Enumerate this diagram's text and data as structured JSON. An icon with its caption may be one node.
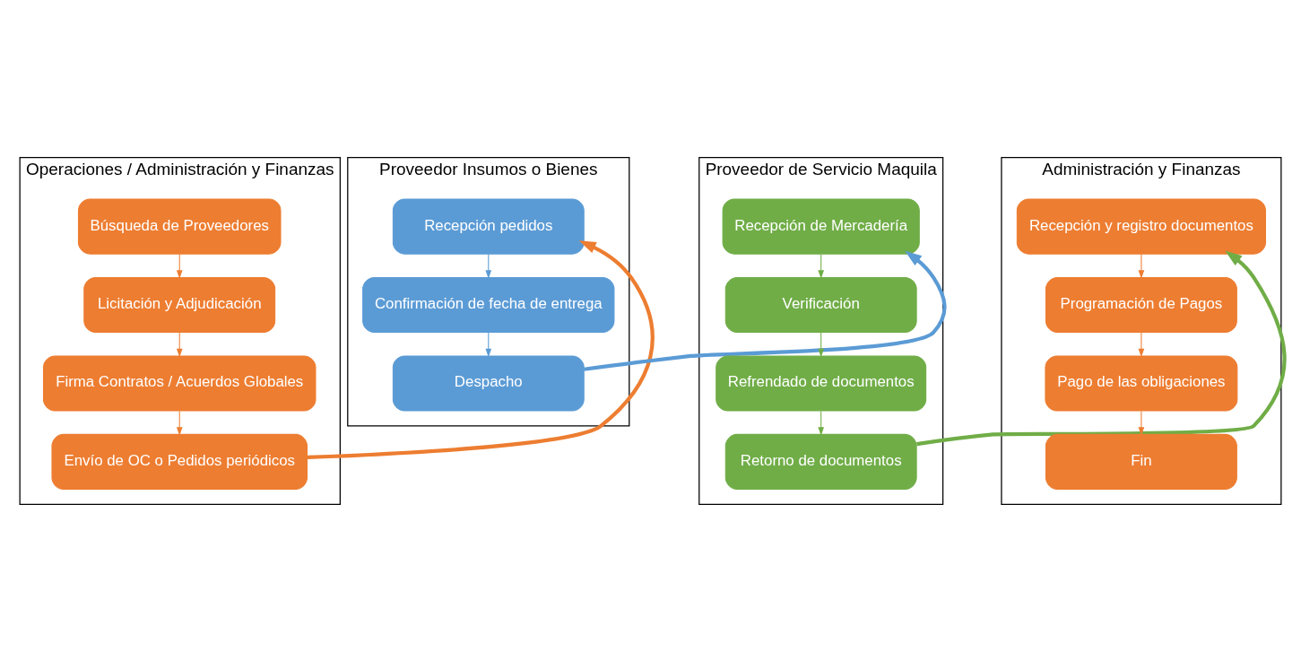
{
  "diagram": {
    "nodes": [
      {
        "text": [
          "Operaciones / Administración y Finanzas"
        ]
      },
      {
        "text": [
          "Búsqueda de Proveedores"
        ],
        "in": 0
      },
      {
        "text": [
          "Licitación y Adjudicación"
        ],
        "in": 0
      },
      {
        "text": [
          "Firma Contratos / Acuerdos Globales"
        ],
        "in": 0
      },
      {
        "text": [
          "Envío de OC o Pedidos periódicos"
        ],
        "in": 0
      },
      {
        "text": [
          "Proveedor Insumos o Bienes"
        ]
      },
      {
        "text": [
          "Recepción pedidos"
        ],
        "in": 5
      },
      {
        "text": [
          "Confirmación de fecha de entrega"
        ],
        "in": 5
      },
      {
        "text": [
          "Despacho"
        ],
        "in": 5
      },
      {
        "text": [
          "Proveedor de Servicio Maquila"
        ]
      },
      {
        "text": [
          "Recepción de Mercadería"
        ],
        "in": 9
      },
      {
        "text": [
          "Verificación"
        ],
        "in": 9
      },
      {
        "text": [
          "Refrendado de documentos"
        ],
        "in": 9
      },
      {
        "text": [
          "Retorno de documentos"
        ],
        "in": 9
      },
      {
        "text": [
          "Administración y Finanzas"
        ]
      },
      {
        "text": [
          "Recepción y registro documentos"
        ],
        "in": 14
      },
      {
        "text": [
          "Programación de Pagos"
        ],
        "in": 14
      },
      {
        "text": [
          "Pago de las obligaciones"
        ],
        "in": 14
      },
      {
        "text": [
          "Fin"
        ],
        "in": 14
      }
    ],
    "edges": [
      {
        "from": 1,
        "to": 2,
        "arrow": "to",
        "color": "#ed7d31"
      },
      {
        "from": 2,
        "to": 3,
        "arrow": "to",
        "color": "#ed7d31"
      },
      {
        "from": 3,
        "to": 4,
        "arrow": "to",
        "color": "#ed7d31"
      },
      {
        "from": 4,
        "to": 6,
        "arrow": "to",
        "style": "thick",
        "color": "#ed7d31"
      },
      {
        "from": 6,
        "to": 7,
        "arrow": "to",
        "color": "#5b9bd5"
      },
      {
        "from": 7,
        "to": 8,
        "arrow": "to",
        "color": "#5b9bd5"
      },
      {
        "from": 8,
        "to": 10,
        "arrow": "to",
        "style": "thick",
        "color": "#5b9bd5"
      },
      {
        "from": 10,
        "to": 11,
        "arrow": "to",
        "color": "#70ad47"
      },
      {
        "from": 11,
        "to": 12,
        "arrow": "to",
        "color": "#70ad47"
      },
      {
        "from": 12,
        "to": 13,
        "arrow": "to",
        "color": "#70ad47"
      },
      {
        "from": 13,
        "to": 15,
        "arrow": "to",
        "style": "thick",
        "color": "#70ad47"
      },
      {
        "from": 15,
        "to": 16,
        "arrow": "to",
        "color": "#ed7d31"
      },
      {
        "from": 16,
        "to": 17,
        "arrow": "to",
        "color": "#ed7d31"
      },
      {
        "from": 17,
        "to": 18,
        "arrow": "to",
        "color": "#ed7d31"
      }
    ]
  }
}
